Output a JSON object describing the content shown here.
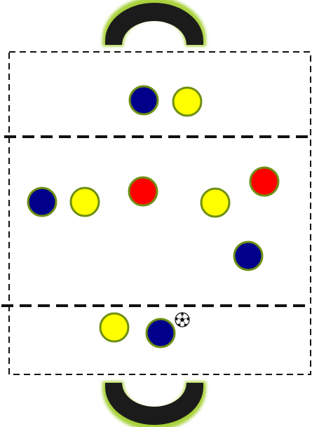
{
  "colors": {
    "background": "#ffffff",
    "field_line": "#111111",
    "goal_fill": "#1b1b1b",
    "goal_glow": "#a8d13a",
    "player_outline": "#6f8f12"
  },
  "teams": {
    "blue": {
      "color": "#00008b"
    },
    "yellow": {
      "color": "#ffff00"
    },
    "red": {
      "color": "#ff0000"
    }
  },
  "goals": [
    {
      "name": "goal-top-icon",
      "side": "top"
    },
    {
      "name": "goal-bottom-icon",
      "side": "bottom"
    }
  ],
  "players": [
    {
      "team": "blue",
      "zone": "top"
    },
    {
      "team": "yellow",
      "zone": "top"
    },
    {
      "team": "blue",
      "zone": "middle"
    },
    {
      "team": "yellow",
      "zone": "middle"
    },
    {
      "team": "red",
      "zone": "middle"
    },
    {
      "team": "yellow",
      "zone": "middle"
    },
    {
      "team": "red",
      "zone": "middle"
    },
    {
      "team": "blue",
      "zone": "middle"
    },
    {
      "team": "yellow",
      "zone": "bottom"
    },
    {
      "team": "blue",
      "zone": "bottom"
    }
  ],
  "ball": {
    "icon": "soccer-ball-icon"
  }
}
